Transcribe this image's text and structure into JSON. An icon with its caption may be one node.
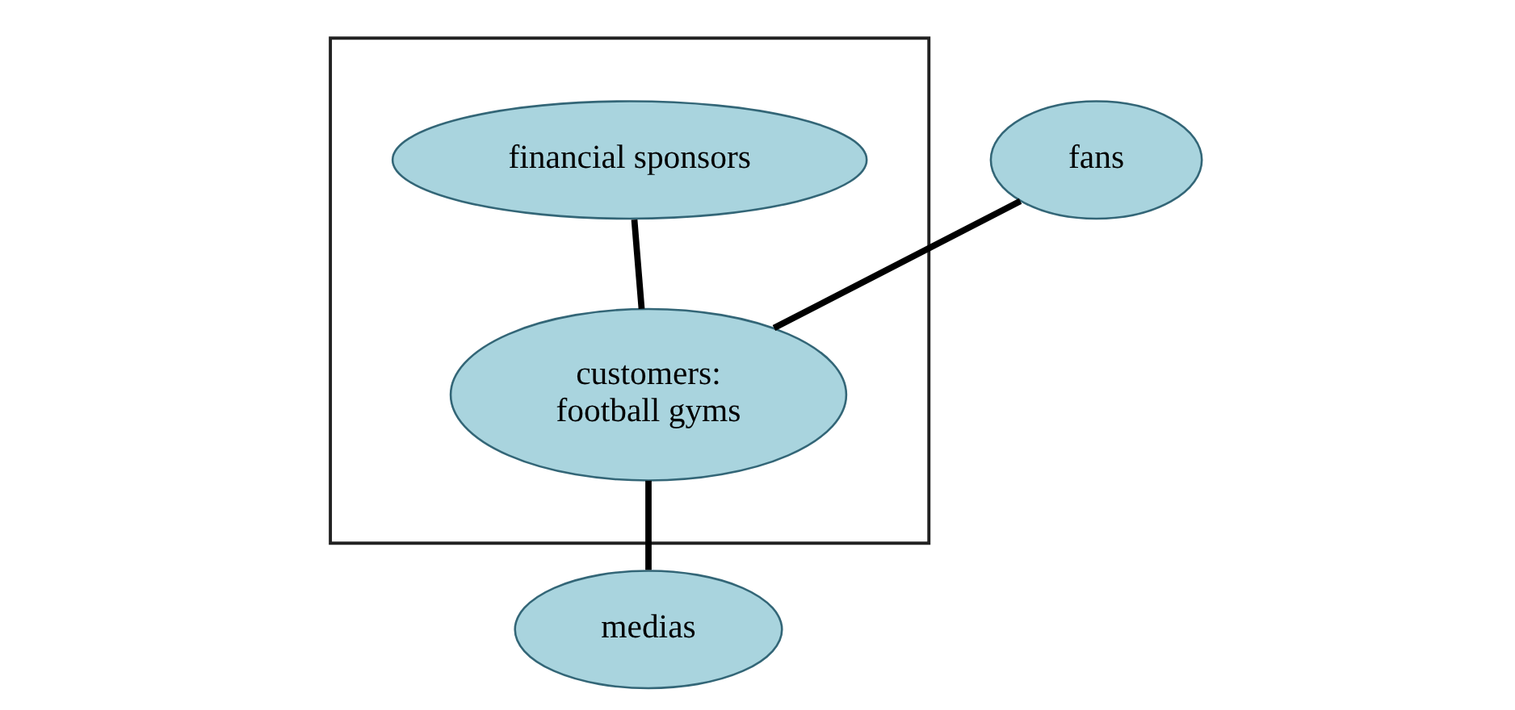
{
  "diagram": {
    "nodes": [
      {
        "text": [],
        "shape": "trapezoid"
      },
      {
        "text": [
          "financial sponsors"
        ],
        "in": 0
      },
      {
        "text": [
          "customers:",
          "football gyms"
        ],
        "in": 0
      },
      {
        "text": [
          "fans"
        ]
      },
      {
        "text": [
          "medias"
        ]
      }
    ],
    "edges": [
      {
        "from": 1,
        "to": 2,
        "arrow": "none"
      },
      {
        "from": 3,
        "to": 2,
        "arrow": "none"
      },
      {
        "from": 2,
        "to": 4,
        "arrow": "none"
      }
    ]
  }
}
